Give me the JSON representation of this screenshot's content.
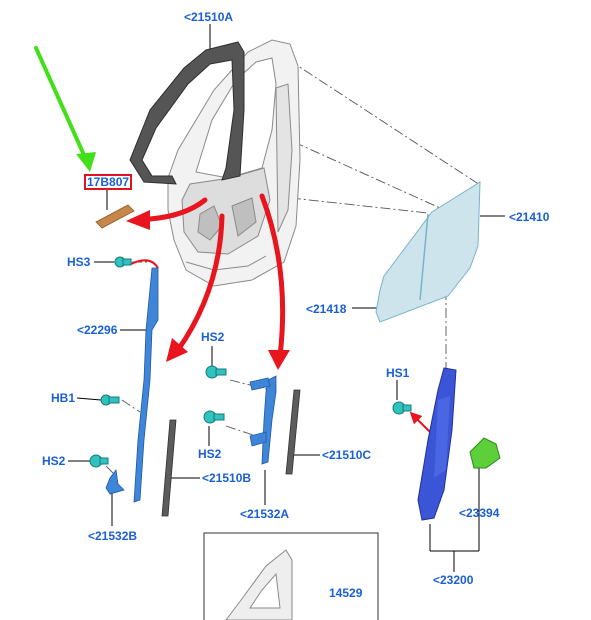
{
  "colors": {
    "label": "#1a5fd6",
    "pointer_arrow": "#e8141e",
    "highlight_arrow": "#43e01a",
    "highlight_box": "#e0141e",
    "glass": "#cde4ec",
    "regulator": "#3a55d6",
    "motor": "#5ccf3a",
    "seal_strip": "#3f86d9",
    "gasket": "#c8874a"
  },
  "labels": {
    "l21510a": "<21510A",
    "l17b807": "17B807",
    "l21410": "<21410",
    "lhs3": "HS3",
    "l22296": "<22296",
    "l21418": "<21418",
    "lhs2a": "HS2",
    "lhs1": "HS1",
    "lhb1": "HB1",
    "lhs2b": "HS2",
    "lhs2c": "HS2",
    "l21510c": "<21510C",
    "l21510b": "<21510B",
    "l23394": "<23394",
    "l21532a": "<21532A",
    "l21532b": "<21532B",
    "l23200": "<23200",
    "l14529": "14529"
  }
}
